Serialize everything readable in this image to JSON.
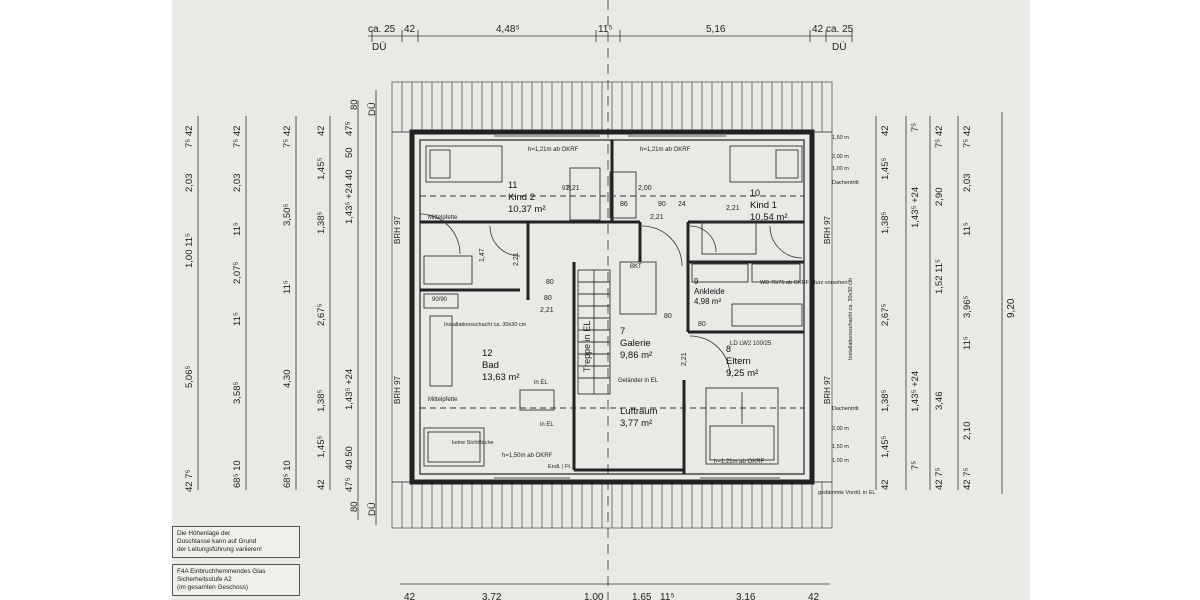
{
  "dimensions": {
    "top": [
      "ca. 25",
      "42",
      "4,48⁵",
      "11⁵",
      "5,16",
      "42",
      "ca. 25"
    ],
    "top_sub": [
      "DÜ",
      "DÜ"
    ],
    "bottom": [
      "42",
      "3,72",
      "1,00",
      "1,65",
      "11⁵",
      "3,16",
      "42"
    ],
    "left_col1": [
      "7⁵ 42",
      "2,03",
      "1,00 11⁵",
      "5,06⁵",
      "42 7⁵"
    ],
    "left_col2": [
      "7⁵ 42",
      "2,03",
      "11⁵",
      "2,07⁵",
      "11⁵",
      "3,58⁵",
      "68⁵ 10"
    ],
    "left_col3": [
      "7⁵ 42",
      "3,50⁵",
      "11⁵",
      "4,30",
      "68⁵ 10"
    ],
    "left_col4": [
      "42",
      "1,45⁵",
      "1,38⁵",
      "2,67⁵",
      "1,38⁵",
      "1,45⁵",
      "42"
    ],
    "left_col5": [
      "47⁵",
      "50",
      "40",
      "1,43⁵ +24",
      "1,43⁵ +24",
      "40 50",
      "47⁵"
    ],
    "left_col6": [
      "80",
      "DÜ",
      "80",
      "DÜ"
    ],
    "right_col1": [
      "42",
      "1,45⁵",
      "1,38⁵",
      "2,67⁵",
      "1,38⁵",
      "1,45⁵",
      "42"
    ],
    "right_col2": [
      "7⁵",
      "1,43⁵ +24",
      "1,43⁵ +24",
      "7⁵"
    ],
    "right_col3": [
      "7⁵ 42",
      "2,90",
      "1,52 11⁵",
      "3,46",
      "42 7⁵"
    ],
    "right_col4": [
      "7⁵ 42",
      "2,03",
      "11⁵",
      "3,96⁵",
      "11⁵",
      "2,10",
      "42 7⁵"
    ],
    "right_col5": [
      "9,20"
    ]
  },
  "rooms": [
    {
      "num": "11",
      "name": "Kind 2",
      "area": "10,37 m²"
    },
    {
      "num": "10",
      "name": "Kind 1",
      "area": "10,54 m²"
    },
    {
      "num": "9",
      "name": "Ankleide",
      "area": "4,98 m²"
    },
    {
      "num": "12",
      "name": "Bad",
      "area": "13,63 m²"
    },
    {
      "num": "7",
      "name": "Galerie",
      "area": "9,86 m²"
    },
    {
      "num": "8",
      "name": "Eltern",
      "area": "9,25 m²"
    },
    {
      "num": "",
      "name": "Luftraum",
      "area": "3,77 m²"
    }
  ],
  "labels": {
    "stair": "Treppe in EL",
    "brh_left_top": "BRH 97",
    "brh_left_bottom": "BRH 97",
    "brh_right_top": "BRH 97",
    "brh_right_bottom": "BRH 97",
    "window_top_left": "h=1,21m ab OKRF",
    "window_top_right": "h=1,21m ab OKRF",
    "window_bottom_left": "h=1,50m ab OKRF",
    "window_bottom_right": "h=1,21m ab OKRF",
    "shaft_left": "Installationsschacht ca. 30x30 cm",
    "shaft_right": "Installationsschacht ca. 30x30 cm",
    "wd": "WD 76/75 ab OKRF Sturz vorsehen!",
    "ldd": "LD LW2 100/25",
    "gelaender": "Geländer in EL",
    "in_el_1": "in EL",
    "in_el_2": "in EL",
    "mittelpfette_left": "Mittelpfette",
    "mittelpfette_left2": "Mittelpfette",
    "sichtflaeche": "keine Sichtfläche",
    "endl": "Endl. | Ft.",
    "dachentritt_1": "Dachentritt",
    "dachentritt_2": "Dachentritt",
    "gedaemmte": "gedämmte Vordd. in EL",
    "bkt": "BKT",
    "d_1_50": "1,50 m",
    "d_2_00": "2,00 m",
    "d_1_00": "1,00 m",
    "s_1_00": "1,00 m",
    "s_1_50": "1,50 m",
    "s_2_00": "2,00 m",
    "elev_200": "2,00",
    "elev_221a": "2,21",
    "elev_221b": "2,21",
    "elev_221c": "2,21",
    "elev_221d": "2,21",
    "elev_221e": "2,21",
    "elev_221f": "2,21",
    "w_80a": "80",
    "w_80b": "80",
    "w_80c": "80",
    "w_80d": "80",
    "w_86": "86",
    "w_24": "24",
    "w_90": "90",
    "w_97": "97⁵",
    "w_147": "1,47",
    "w_9090": "90/90"
  },
  "notes": {
    "note1": [
      "Die Höhenlage der",
      "Duschtasse kann auf Grund",
      "der Leitungsführung variieren!"
    ],
    "note2": [
      "F4A Einbruchhemmendes Glas",
      "Sicherheitsstufe A2",
      "(im gesamten Geschoss)"
    ]
  }
}
